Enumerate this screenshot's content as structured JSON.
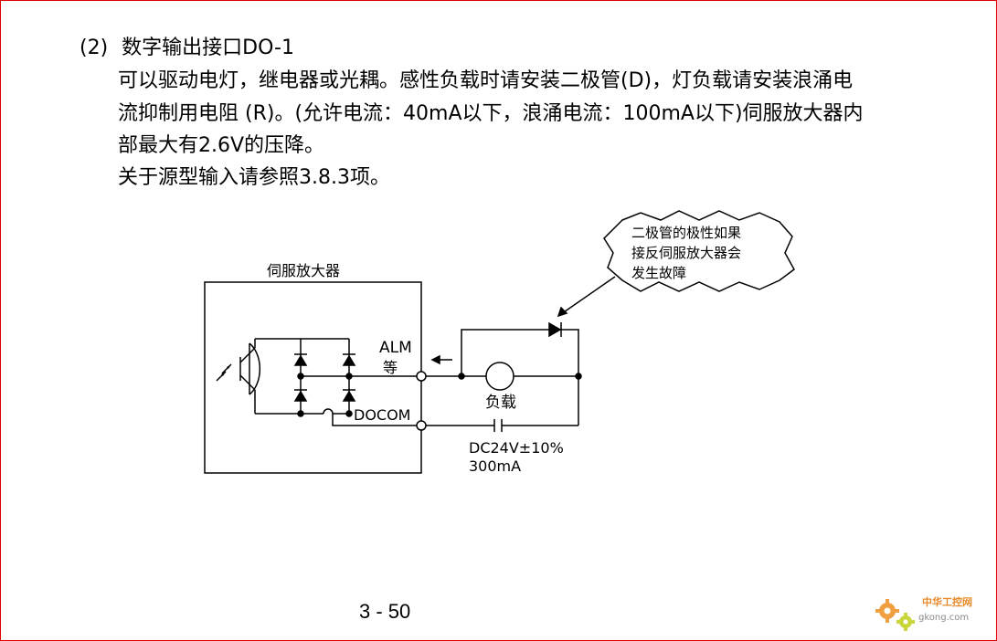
{
  "section": {
    "number": "(2)",
    "title": "数字输出接口DO-1",
    "paragraph_lines": [
      "可以驱动电灯，继电器或光耦。感性负载时请安装二极管(D)，灯负载请安装浪涌电",
      "流抑制用电阻 (R)。(允许电流：40mA以下，浪涌电流：100mA以下)伺服放大器内",
      "部最大有2.6V的压降。",
      "关于源型输入请参照3.8.3项。"
    ]
  },
  "diagram": {
    "amplifier_label": "伺服放大器",
    "alm_label": "ALM",
    "alm_sub_label": "等",
    "docom_label": "DOCOM",
    "load_label": "负载",
    "supply_label_1": "DC24V±10%",
    "supply_label_2": "300mA",
    "callout_lines": [
      "二极管的极性如果",
      "接反伺服放大器会",
      "发生故障"
    ]
  },
  "footer": {
    "page_number": "3 - 50"
  },
  "watermark": {
    "text_cn": "中华工控网",
    "text_url": "gkong.com"
  },
  "colors": {
    "page_border": "#e00000",
    "watermark_orange": "#e98a2a"
  }
}
